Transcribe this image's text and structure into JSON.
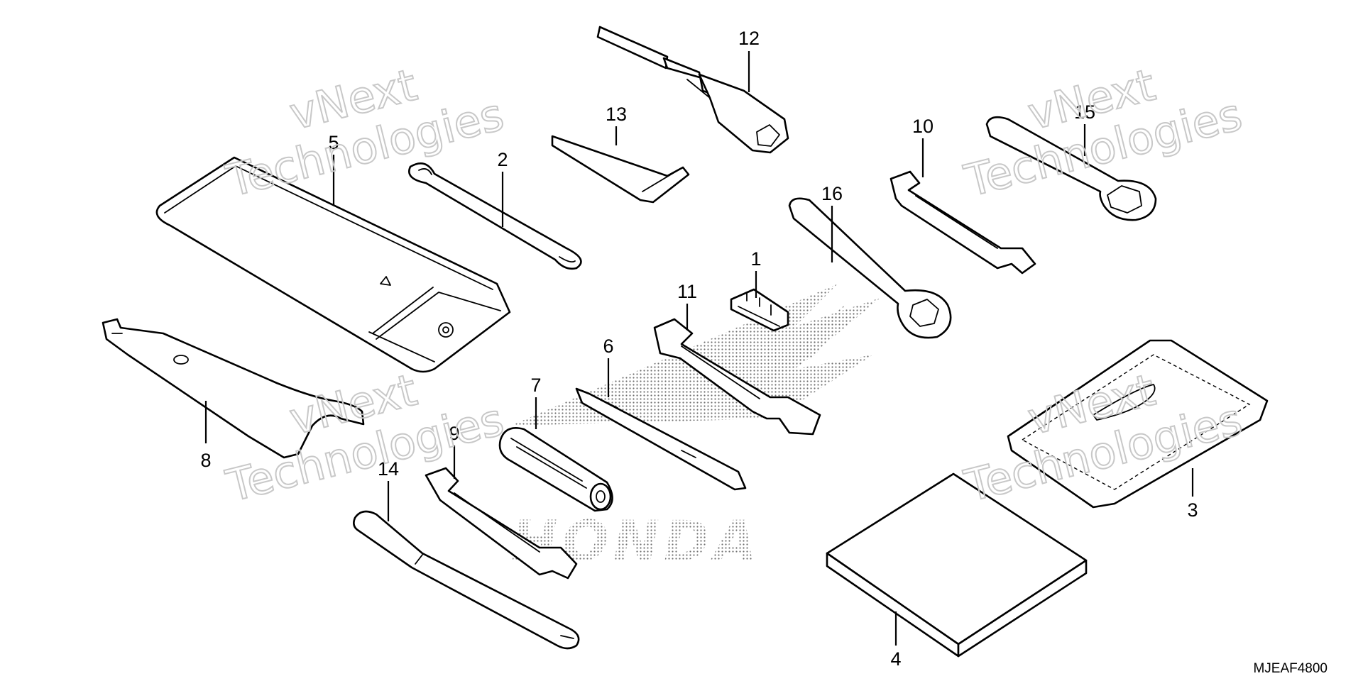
{
  "diagram": {
    "reference_code": "MJEAF4800",
    "brand_mark": "HONDA",
    "watermark": {
      "line1": "vNext",
      "line2": "Technologies"
    },
    "parts": [
      {
        "id": "1",
        "icon": "fuse-clip-icon"
      },
      {
        "id": "2",
        "icon": "cable-loop-icon"
      },
      {
        "id": "3",
        "icon": "flat-pouch-icon"
      },
      {
        "id": "4",
        "icon": "manual-book-icon"
      },
      {
        "id": "5",
        "icon": "tool-bag-icon"
      },
      {
        "id": "6",
        "icon": "screwdriver-bit-icon"
      },
      {
        "id": "7",
        "icon": "screwdriver-handle-icon"
      },
      {
        "id": "8",
        "icon": "pin-spanner-icon"
      },
      {
        "id": "9",
        "icon": "wrench-10-icon"
      },
      {
        "id": "10",
        "icon": "wrench-8-12-icon"
      },
      {
        "id": "11",
        "icon": "open-wrench-icon"
      },
      {
        "id": "12",
        "icon": "spark-plug-socket-icon"
      },
      {
        "id": "13",
        "icon": "hex-key-icon"
      },
      {
        "id": "14",
        "icon": "extension-handle-icon"
      },
      {
        "id": "15",
        "icon": "ring-wrench-22-icon"
      },
      {
        "id": "16",
        "icon": "ring-wrench-17-icon"
      }
    ]
  }
}
